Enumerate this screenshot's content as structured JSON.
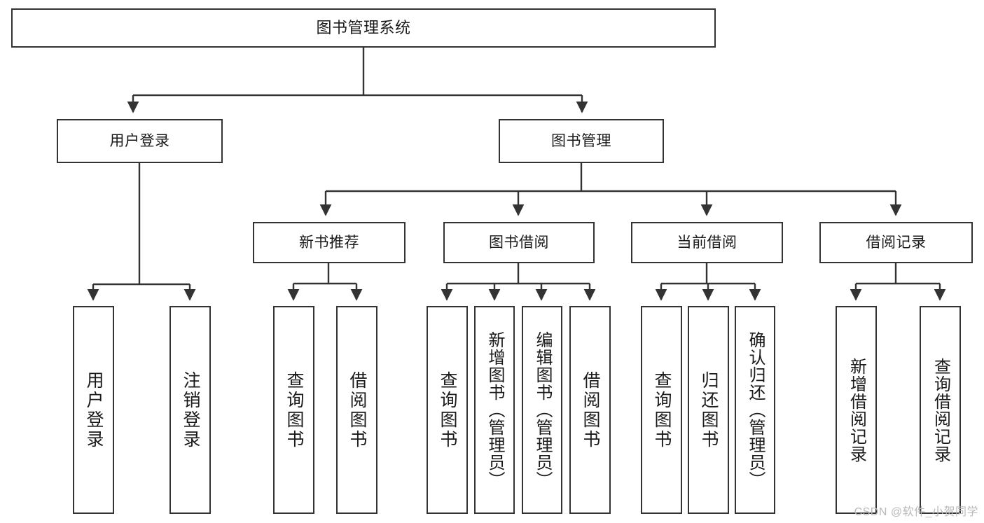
{
  "diagram": {
    "title": "图书管理系统",
    "type": "tree-hierarchy-chart",
    "root": {
      "label": "图书管理系统"
    },
    "level2": [
      {
        "label": "用户登录"
      },
      {
        "label": "图书管理"
      }
    ],
    "level3": [
      {
        "label": "新书推荐"
      },
      {
        "label": "图书借阅"
      },
      {
        "label": "当前借阅"
      },
      {
        "label": "借阅记录"
      }
    ],
    "leaves": {
      "user_login": [
        {
          "label": "用户登录"
        },
        {
          "label": "注销登录"
        }
      ],
      "new_book_recommend": [
        {
          "label": "查询图书"
        },
        {
          "label": "借阅图书"
        }
      ],
      "book_borrow": [
        {
          "label": "查询图书"
        },
        {
          "label": "新增图书（管理员）"
        },
        {
          "label": "编辑图书（管理员）"
        },
        {
          "label": "借阅图书"
        }
      ],
      "current_borrow": [
        {
          "label": "查询图书"
        },
        {
          "label": "归还图书"
        },
        {
          "label": "确认归还（管理员）"
        }
      ],
      "borrow_record": [
        {
          "label": "新增借阅记录"
        },
        {
          "label": "查询借阅记录"
        }
      ]
    }
  },
  "watermark": {
    "text": "CSDN @软件_小贺同学"
  },
  "colors": {
    "border": "#333333",
    "background": "#ffffff",
    "text": "#1a1a1a",
    "watermark": "#b9b9b9"
  }
}
